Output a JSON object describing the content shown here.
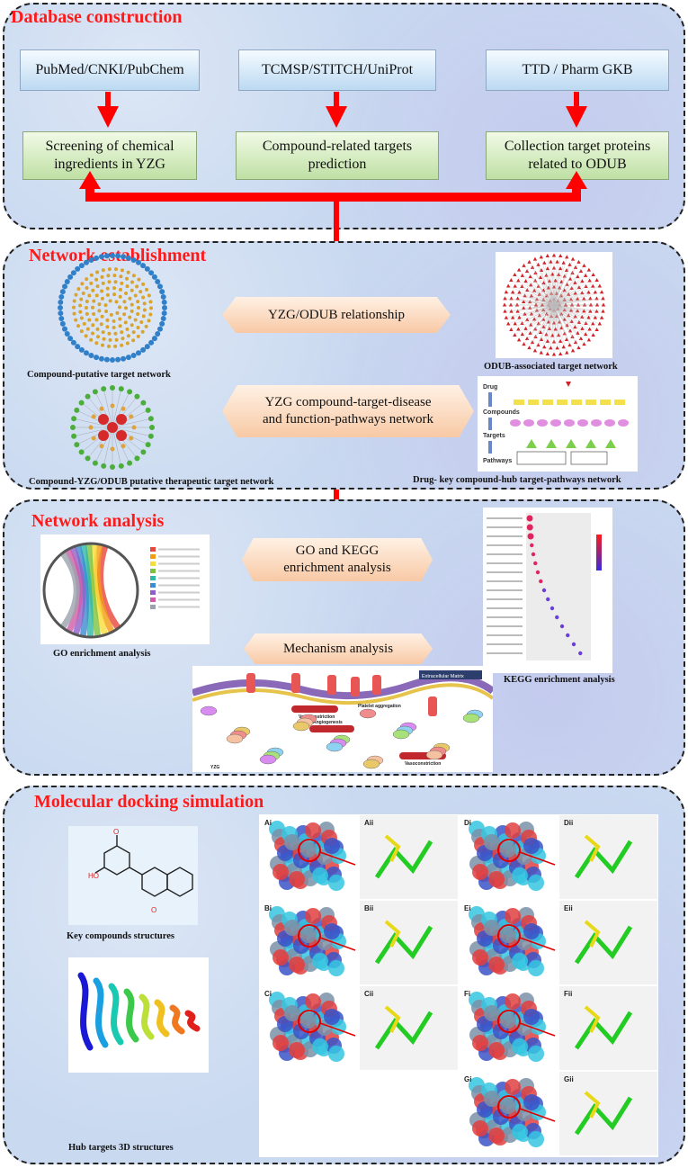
{
  "sections": {
    "database": {
      "title": "Database construction",
      "sources": [
        "PubMed/CNKI/PubChem",
        "TCMSP/STITCH/UniProt",
        "TTD / Pharm GKB"
      ],
      "steps": [
        [
          "Screening of chemical",
          "ingredients in YZG"
        ],
        [
          "Compound-related targets",
          "prediction"
        ],
        [
          "Collection target proteins",
          "related to ODUB"
        ]
      ]
    },
    "network": {
      "title": "Network establishment",
      "relationship": "YZG/ODUB relationship",
      "pathway_network": [
        "YZG compound-target-disease",
        "and function-pathways network"
      ],
      "captions": {
        "compound_target": "Compound-putative target network",
        "odub_target": "ODUB-associated target network",
        "therapeutic": "Compound-YZG/ODUB putative therapeutic target network",
        "drug_key": "Drug- key compound-hub target-pathways network"
      },
      "drug_panel_labels": [
        "Drug",
        "Compounds",
        "Targets",
        "Pathways"
      ]
    },
    "analysis": {
      "title": "Network analysis",
      "enrichment": [
        "GO and KEGG",
        "enrichment analysis"
      ],
      "mechanism": "Mechanism analysis",
      "captions": {
        "go": "GO enrichment analysis",
        "kegg": "KEGG enrichment analysis"
      },
      "mechanism_labels": [
        "Extracellular Matrix",
        "Vasoconstriction",
        "Platelet aggregation",
        "Angiogenesis",
        "YZG"
      ]
    },
    "docking": {
      "title": "Molecular docking simulation",
      "captions": {
        "compounds": "Key compounds structures",
        "targets": "Hub targets 3D structures"
      },
      "panel_labels": [
        "Ai",
        "Aii",
        "Di",
        "Dii",
        "Bi",
        "Bii",
        "Ei",
        "Eii",
        "Ci",
        "Cii",
        "Fi",
        "Fii",
        "Gi",
        "Gii"
      ]
    }
  },
  "colors": {
    "title_red": "#ff1a1a",
    "arrow_red": "#ff0000",
    "section_bg": "#c9d9f0"
  }
}
